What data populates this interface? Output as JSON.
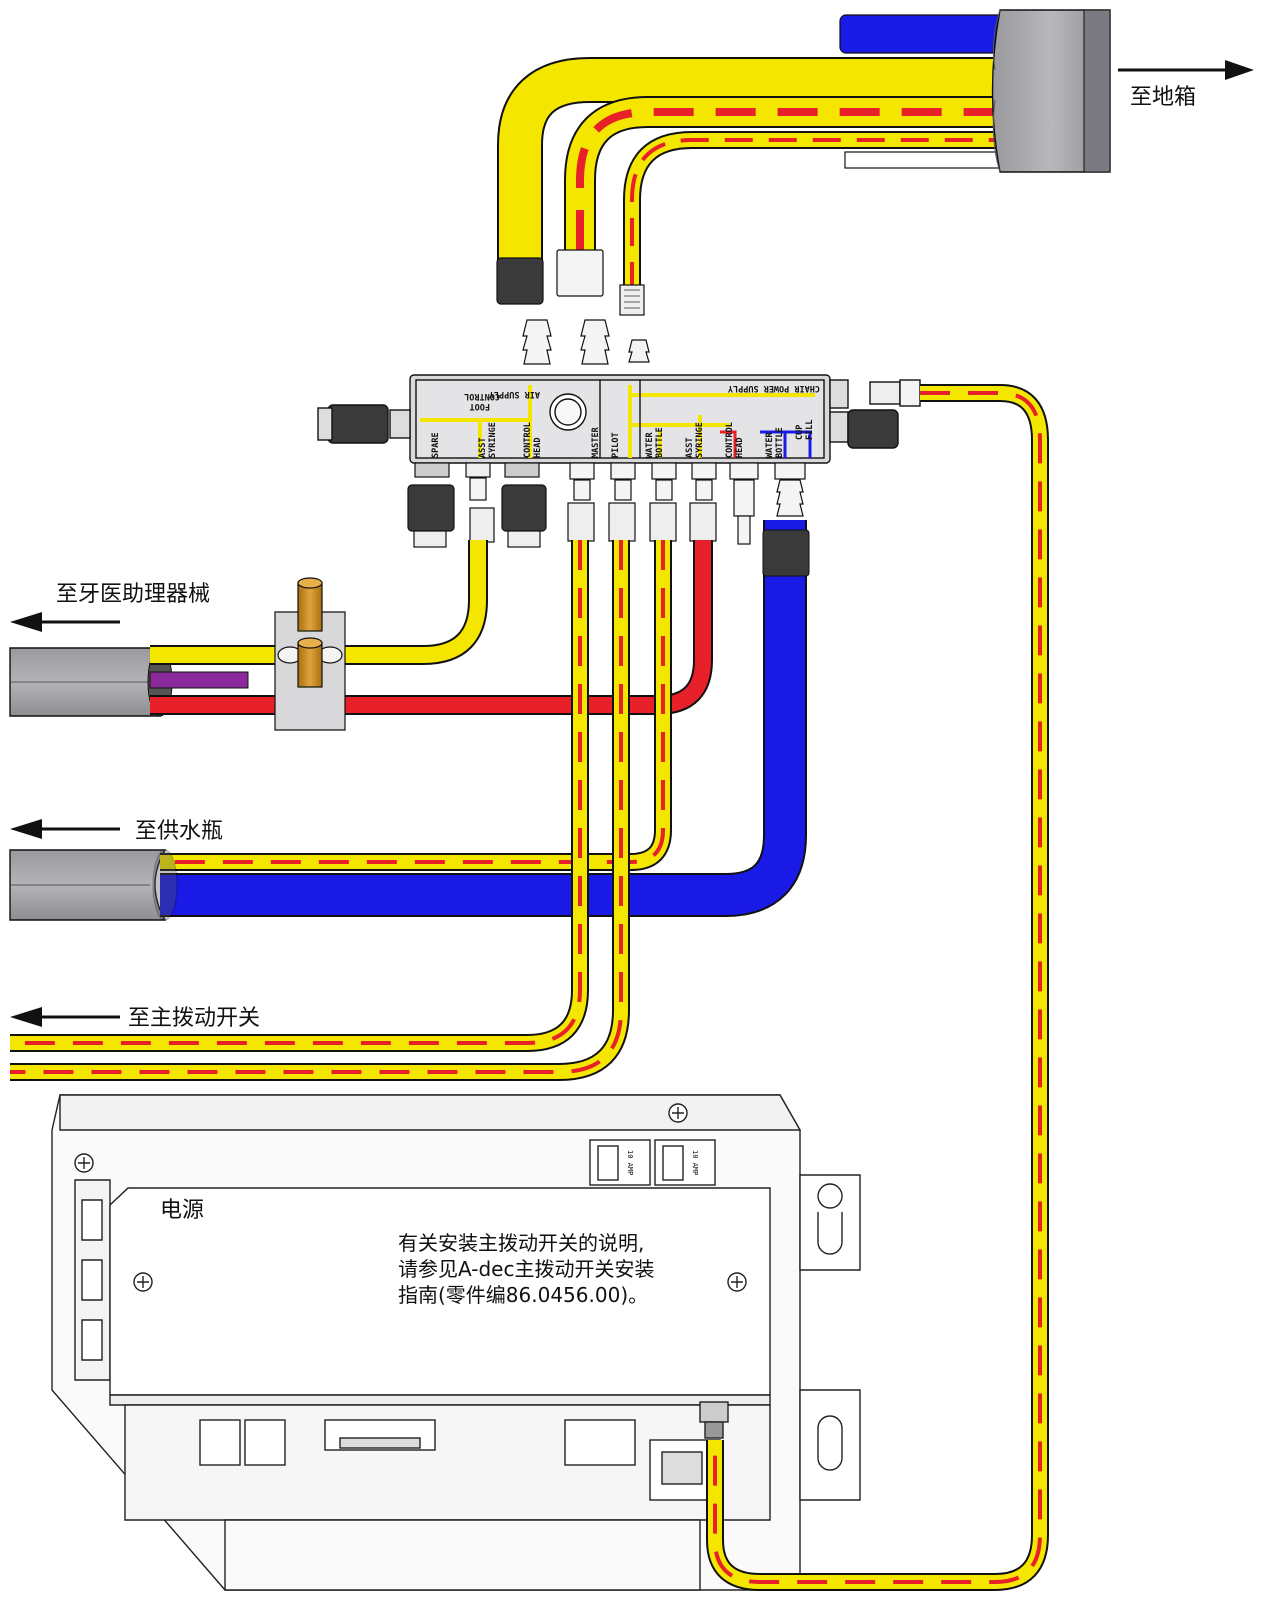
{
  "labels": {
    "to_floor_box": "至地箱",
    "to_assistant": "至牙医助理器械",
    "to_water_bottle": "至供水瓶",
    "to_master_toggle": "至主拨动开关",
    "power_supply": "电源"
  },
  "note": {
    "line1": "有关安装主拨动开关的说明,",
    "line2": "请参见A-dec主拨动开关安装",
    "line3": "指南(零件编86.0456.00)。"
  },
  "manifold": {
    "air_supply": "AIR SUPPLY",
    "foot_control_1": "FOOT",
    "foot_control_2": "CONTROL",
    "chair_power_supply": "CHAIR POWER SUPPLY",
    "ports": [
      "SPARE",
      "ASST",
      "SYRINGE",
      "CONTROL",
      "HEAD",
      "MASTER",
      "PILOT",
      "WATER",
      "BOTTLE",
      "ASST",
      "SYRINGE",
      "CONTROL",
      "HEAD",
      "WATER",
      "BOTTLE",
      "CUP",
      "FILL"
    ]
  },
  "breaker_label": "10 AMP",
  "colors": {
    "yellow": "#f5e600",
    "red": "#e8202a",
    "blue": "#1a1ae6",
    "gray": "#a8a8ac",
    "purple": "#8a2a9a",
    "brass": "#c8901e"
  }
}
